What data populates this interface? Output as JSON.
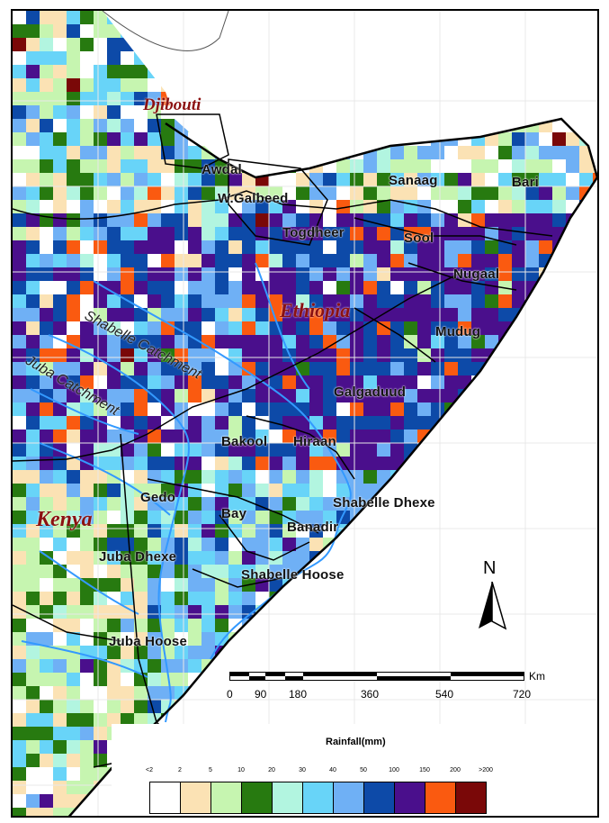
{
  "map": {
    "countries": {
      "djibouti": "Djibouti",
      "ethiopia": "Ethiopia",
      "kenya": "Kenya"
    },
    "regions": {
      "awdal": "Awdal",
      "galbeed": "W.Galbeed",
      "sanaag": "Sanaag",
      "bari": "Bari",
      "togdheer": "Togdheer",
      "sool": "Sool",
      "nugaal": "Nugaal",
      "mudug": "Mudug",
      "galgaduud": "Galgaduud",
      "bakool": "Bakool",
      "hiraan": "Hiraan",
      "gedo": "Gedo",
      "bay": "Bay",
      "shabelle_dhexe": "Shabelle Dhexe",
      "banadir": "Banadir",
      "juba_dhexe": "Juba Dhexe",
      "shabelle_hoose": "Shabelle Hoose",
      "juba_hoose": "Juba Hoose"
    },
    "catchments": {
      "shabelle": "Shabelle Catchment",
      "juba": "Juba Catchment"
    },
    "north_arrow": {
      "letter": "N",
      "icon": "north-arrow-icon"
    },
    "scale_bar": {
      "unit": "Km",
      "ticks": [
        "0",
        "90",
        "180",
        "360",
        "540",
        "720"
      ]
    },
    "legend": {
      "title": "Rainfall(mm)",
      "ticks": [
        "<2",
        "2",
        "5",
        "10",
        "20",
        "30",
        "40",
        "50",
        "100",
        "150",
        "200",
        ">200"
      ],
      "colors": [
        "#ffffff",
        "#fbe2b4",
        "#c6f5b0",
        "#277a10",
        "#b2f5e0",
        "#68d4f8",
        "#6fb0f5",
        "#0d4aa8",
        "#4a0f8c",
        "#fa5a10",
        "#7a0808"
      ]
    },
    "colors": {
      "country_label": "#8b1111",
      "river": "#3399ff",
      "boundary": "#000000"
    }
  }
}
